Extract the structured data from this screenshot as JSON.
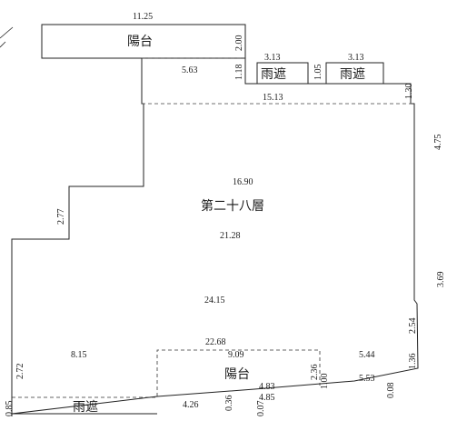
{
  "floor_label": "第二十八層",
  "rooms": {
    "balcony_top": "陽台",
    "balcony_bottom": "陽台",
    "canopy_1": "雨遮",
    "canopy_2": "雨遮",
    "canopy_bottom": "雨遮"
  },
  "dimensions": {
    "d_11_25": "11.25",
    "d_2_00": "2.00",
    "d_5_63": "5.63",
    "d_1_18": "1.18",
    "d_3_13_a": "3.13",
    "d_1_05": "1.05",
    "d_3_13_b": "3.13",
    "d_1_30": "1.30",
    "d_15_13": "15.13",
    "d_4_75": "4.75",
    "d_16_90": "16.90",
    "d_2_77": "2.77",
    "d_21_28": "21.28",
    "d_3_69": "3.69",
    "d_24_15": "24.15",
    "d_2_54": "2.54",
    "d_22_68": "22.68",
    "d_8_15": "8.15",
    "d_9_09": "9.09",
    "d_5_44": "5.44",
    "d_1_36": "1.36",
    "d_2_72": "2.72",
    "d_2_36": "2.36",
    "d_1_00": "1.00",
    "d_4_83": "4.83",
    "d_5_53": "5.53",
    "d_0_08": "0.08",
    "d_4_85": "4.85",
    "d_0_85": "0.85",
    "d_4_26": "4.26",
    "d_0_36": "0.36",
    "d_0_07": "0.07"
  }
}
